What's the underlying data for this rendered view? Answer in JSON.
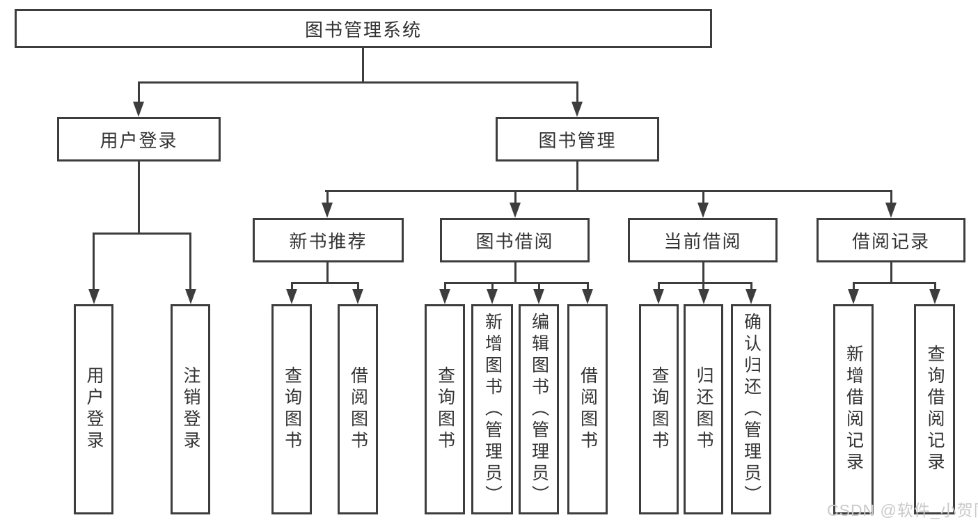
{
  "diagram": {
    "title": "图书管理系统",
    "level2": [
      {
        "label": "用户登录"
      },
      {
        "label": "图书管理"
      }
    ],
    "level3": [
      {
        "label": "新书推荐"
      },
      {
        "label": "图书借阅"
      },
      {
        "label": "当前借阅"
      },
      {
        "label": "借阅记录"
      }
    ],
    "leaves": {
      "user_login": [
        "用户登录",
        "注销登录"
      ],
      "new_book": [
        "查询图书",
        "借阅图书"
      ],
      "book_borrow": [
        "查询图书",
        "新增图书（管理员）",
        "编辑图书（管理员）",
        "借阅图书"
      ],
      "current_borrow": [
        "查询图书",
        "归还图书",
        "确认归还（管理员）"
      ],
      "borrow_records": [
        "新增借阅记录",
        "查询借阅记录"
      ]
    }
  },
  "watermark": {
    "text": "CSDN @软件_小贺同学"
  },
  "colors": {
    "line": "#3d3d3d",
    "text": "#333333",
    "background": "#ffffff",
    "watermark": "#c9c9c9"
  }
}
